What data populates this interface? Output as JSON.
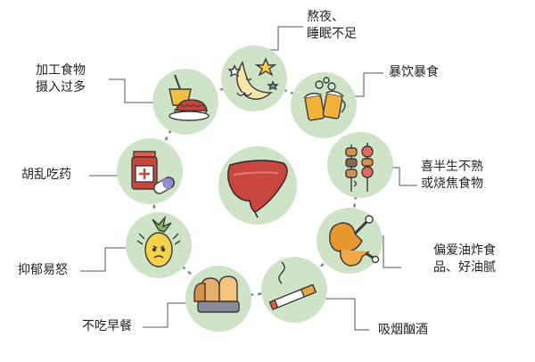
{
  "diagram": {
    "center": {
      "icon": "liver-icon"
    },
    "factors": [
      {
        "id": "stay-up-late",
        "label": "熬夜、\n睡眠不足",
        "icon": "moon-stars-icon"
      },
      {
        "id": "binge-eating",
        "label": "暴饮暴食",
        "icon": "beer-mugs-icon"
      },
      {
        "id": "undercooked-charred",
        "label": "喜半生不熟\n或烧焦食物",
        "icon": "skewers-icon"
      },
      {
        "id": "fried-greasy",
        "label": "偏爱油炸食\n品、好油腻",
        "icon": "fried-drumstick-icon"
      },
      {
        "id": "smoke-alcohol",
        "label": "吸烟酗酒",
        "icon": "cigarette-icon"
      },
      {
        "id": "skip-breakfast",
        "label": "不吃早餐",
        "icon": "bread-icon"
      },
      {
        "id": "depressed-angry",
        "label": "抑郁易怒",
        "icon": "angry-pineapple-icon"
      },
      {
        "id": "misuse-medicine",
        "label": "胡乱吃药",
        "icon": "medicine-icon"
      },
      {
        "id": "processed-food",
        "label": "加工食物\n摄入过多",
        "icon": "fast-food-icon"
      }
    ],
    "colors": {
      "circle": "#cfe4c6",
      "liver": "#c8463e",
      "connector": "#555555",
      "dots": "#7a8a7a"
    }
  }
}
